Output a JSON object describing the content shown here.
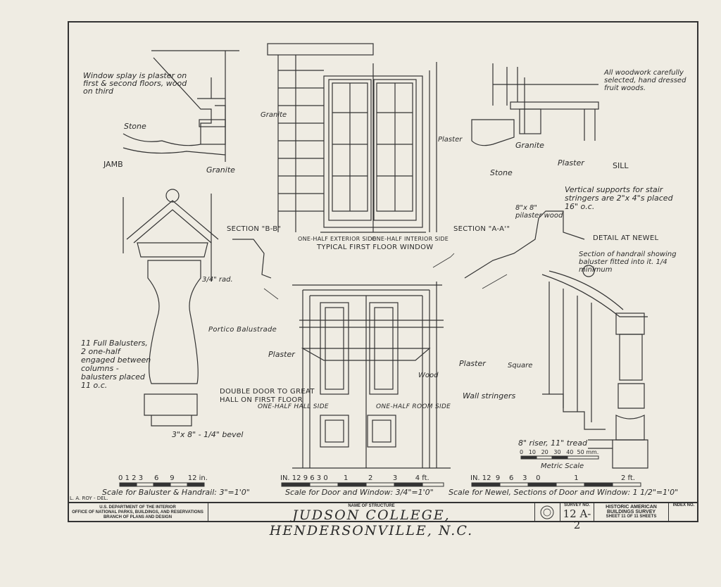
{
  "jamb": {
    "note": "Window splay is plaster on first & second floors, wood on third",
    "stone": "Stone",
    "title": "JAMB",
    "granite": "Granite"
  },
  "window": {
    "granite": "Granite",
    "plaster": "Plaster",
    "caption_left": "ONE-HALF EXTERIOR SIDE",
    "caption_right": "ONE-HALF INTERIOR SIDE",
    "title": "TYPICAL FIRST FLOOR WINDOW"
  },
  "sill": {
    "note": "All woodwork carefully selected, hand dressed fruit woods.",
    "granite": "Granite",
    "stone": "Stone",
    "plaster": "Plaster",
    "title": "SILL"
  },
  "baluster": {
    "note": "11 Full Balusters, 2 one-half engaged between columns - balusters placed 11 o.c.",
    "portico": "Portico Balustrade",
    "bevel": "3\"x 8\" - 1/4\" bevel",
    "rad": "3/4\" rad."
  },
  "sections": {
    "bb": "SECTION \"B-B\"",
    "aa": "SECTION \"A-A'\""
  },
  "door": {
    "plaster": "Plaster",
    "wood": "Wood",
    "note": "DOUBLE DOOR TO GREAT HALL ON FIRST FLOOR",
    "hall_side": "ONE-HALF HALL SIDE",
    "room_side": "ONE-HALF ROOM SIDE"
  },
  "newel": {
    "pilaster": "8\"x 8\" pilaster wood",
    "vertical": "Vertical supports for stair stringers are 2\"x 4\"s placed 16\" o.c.",
    "detail_title": "DETAIL AT NEWEL",
    "handrail_note": "Section of handrail showing baluster fitted into it. 1/4 minimum",
    "plaster": "Plaster",
    "square": "Square",
    "wall_stringers": "Wall stringers",
    "riser": "8\" riser, 11\" tread",
    "metric": "Metric Scale"
  },
  "scales": {
    "baluster_caption": "Scale for Baluster & Handrail: 3\"=1'0\"",
    "baluster_ticks": [
      "0",
      "1",
      "2",
      "3",
      "6",
      "9",
      "12 in."
    ],
    "door_caption": "Scale for Door and Window: 3/4\"=1'0\"",
    "door_ticks": [
      "IN. 12 9 6 3 0",
      "1",
      "2",
      "3",
      "4 ft."
    ],
    "newel_caption": "Scale for Newel, Sections of Door and Window: 1 1/2\"=1'0\"",
    "newel_ticks": [
      "IN. 12",
      "9",
      "6",
      "3",
      "0",
      "1",
      "2 ft."
    ],
    "metric_ticks": [
      "0",
      "10",
      "20",
      "30",
      "40",
      "50 mm."
    ]
  },
  "delineator": "L. A. ROY - DEL.",
  "titleblock": {
    "agency_lines": [
      "U.S. DEPARTMENT OF THE INTERIOR",
      "OFFICE OF NATIONAL PARKS, BUILDINGS, AND RESERVATIONS",
      "BRANCH OF PLANS AND DESIGN"
    ],
    "name_label": "NAME OF STRUCTURE",
    "name": "JUDSON COLLEGE, HENDERSONVILLE, N.C.",
    "survey_label": "SURVEY NO.",
    "survey_no": "12 A-2",
    "habs_lines": [
      "HISTORIC AMERICAN",
      "BUILDINGS SURVEY"
    ],
    "sheet": "SHEET 11 OF 11 SHEETS",
    "index_label": "INDEX NO."
  },
  "colors": {
    "paper": "#efece3",
    "ink": "#2a2a2a"
  }
}
